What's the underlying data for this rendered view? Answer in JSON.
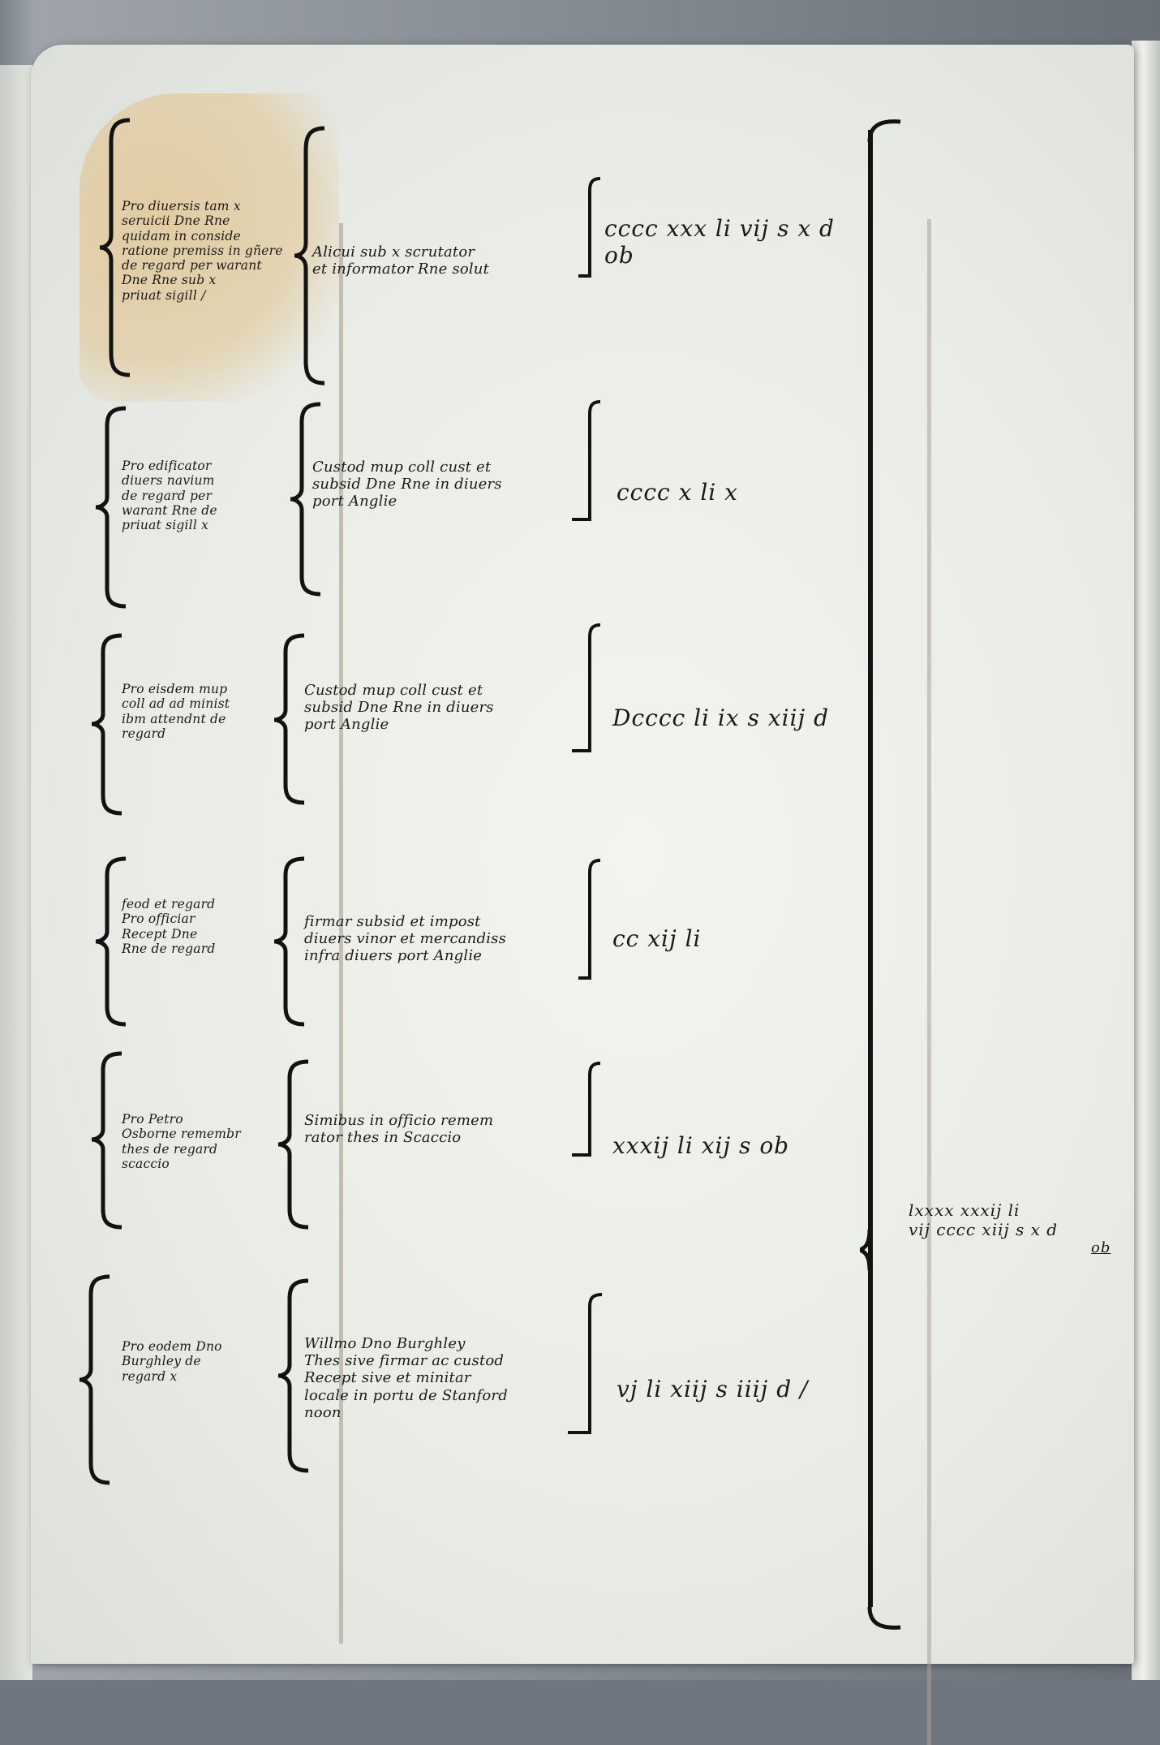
{
  "manuscript": {
    "entries": [
      {
        "label": "Pro diuersis tam x\nseruicii Dne Rne\nquidam in conside\nratione premiss in gñere\nde regard per warant\nDne Rne sub x\npriuat sigill /",
        "description": "Alicui sub x scrutator\net informator Rne solut",
        "amount": "cccc xxx li vij s x d ob"
      },
      {
        "label": "Pro edificator\ndiuers navium\nde regard per\nwarant Rne de\npriuat sigill x",
        "description": "Custod mup coll cust et\nsubsid Dne Rne in diuers\nport Anglie",
        "amount": "cccc x li x"
      },
      {
        "label": "Pro eisdem mup\ncoll ad ad minist\nibm attendnt de\nregard",
        "description": "Custod mup coll cust et\nsubsid Dne Rne in diuers\nport Anglie",
        "amount": "Dcccc li ix s xiij d"
      },
      {
        "label": "feod et regard\nPro officiar\nRecept Dne\nRne de regard",
        "description": "firmar subsid et impost\ndiuers vinor et mercandiss\ninfra diuers port Anglie",
        "amount": "cc xij li"
      },
      {
        "label": "Pro Petro\nOsborne remembr\nthes de regard\nscaccio",
        "description": "Simibus in officio remem\nrator thes in Scaccio",
        "amount": "xxxij li xij s ob"
      },
      {
        "label": "Pro eodem Dno\nBurghley de\nregard x",
        "description": "Willmo Dno Burghley\nThes sive firmar ac custod\nRecept sive et minitar\nlocale in portu de Stanford\nnoon",
        "amount": "vj li xiij s iiij d /"
      }
    ],
    "total": {
      "line1": "lxxxx xxxij li",
      "line2": "vij cccc xiij s x d",
      "line3": "ob"
    }
  }
}
